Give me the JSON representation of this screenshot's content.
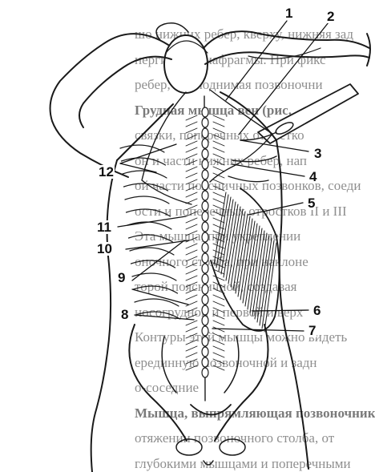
{
  "background_text": [
    {
      "text": "шо нижних ребер, кверху, нижняя зад",
      "bold": false
    },
    {
      "text": "нергистом диафрагмы. При фикс",
      "bold": false
    },
    {
      "text": "ребер, приподнимая позвоночни",
      "bold": false
    },
    {
      "text": "Грудная мышца вен (рис.",
      "bold": true
    },
    {
      "text": "связки, поперечных отростко",
      "bold": false
    },
    {
      "text": "он и части нижних ребер, нап",
      "bold": false
    },
    {
      "text": "ой части поясничных позвонков, соеди",
      "bold": false
    },
    {
      "text": "ости и поперечных отростков II и III",
      "bold": false
    },
    {
      "text": "Эта мышца, при укреплении",
      "bold": false
    },
    {
      "text": "оночного столба, при наклоне",
      "bold": false
    },
    {
      "text": "торой поясничной, создавая",
      "bold": false
    },
    {
      "text": "носогрудной и первой и верх",
      "bold": false
    },
    {
      "text": "Контуры этой мышцы можно видеть",
      "bold": false
    },
    {
      "text": "ерединную позвоночной и задн",
      "bold": false
    },
    {
      "text": "о-соседние",
      "bold": false
    },
    {
      "text": "Мышца, выпрямляющая позвоночник",
      "bold": true
    },
    {
      "text": "отяжении позвоночного столба, от",
      "bold": false
    },
    {
      "text": "глубокими мышцами и поперечными",
      "bold": false
    }
  ],
  "labels": [
    "1",
    "2",
    "3",
    "4",
    "5",
    "6",
    "7",
    "8",
    "9",
    "10",
    "11",
    "12"
  ],
  "colors": {
    "ink": "#1a1a1a",
    "paper": "#ffffff",
    "faded_text": "#8f8f8f"
  }
}
